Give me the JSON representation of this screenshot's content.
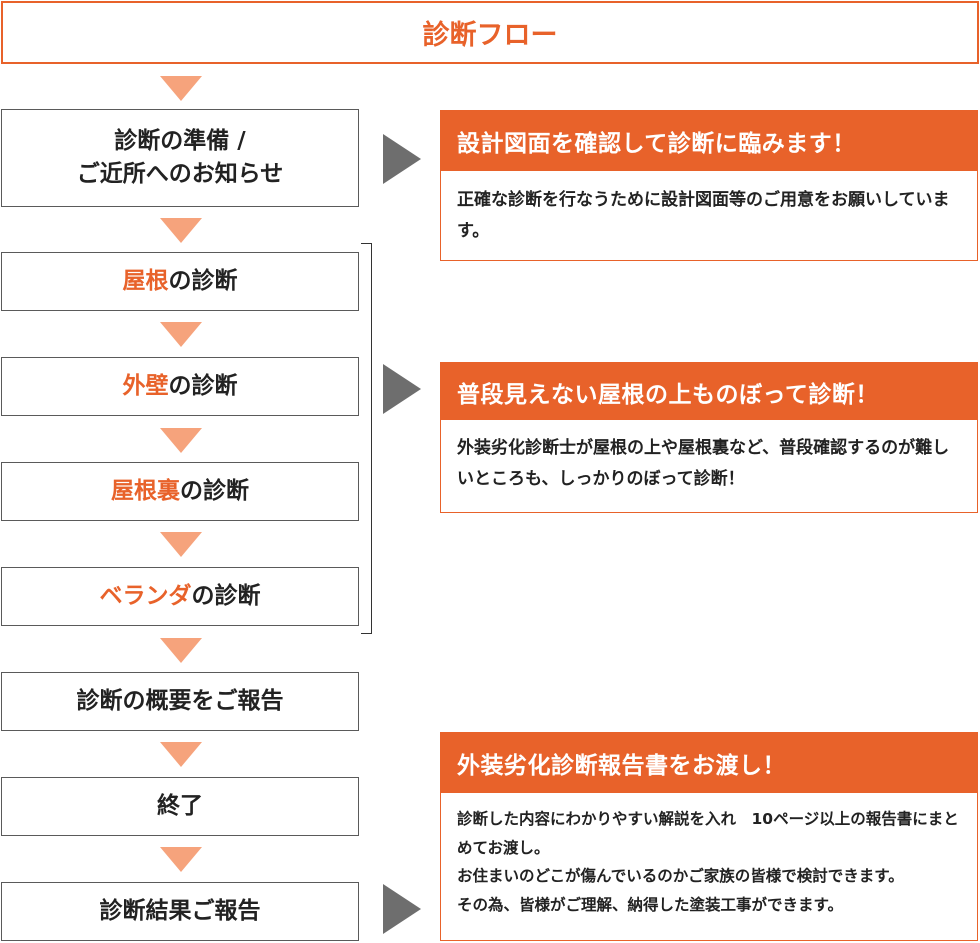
{
  "title": "診断フロー",
  "steps": [
    {
      "line1": "診断の準備 /",
      "line2": "ご近所へのお知らせ"
    },
    {
      "highlight": "屋根",
      "rest": "の診断"
    },
    {
      "highlight": "外壁",
      "rest": "の診断"
    },
    {
      "highlight": "屋根裏",
      "rest": "の診断"
    },
    {
      "highlight": "ベランダ",
      "rest": "の診断"
    },
    {
      "text": "診断の概要をご報告"
    },
    {
      "text": "終了"
    },
    {
      "text": "診断結果ご報告"
    }
  ],
  "callouts": [
    {
      "heading": "設計図面を確認して診断に臨みます！",
      "body": [
        "正確な診断を行なうために設計図面等のご用意をお願いしています。"
      ]
    },
    {
      "heading": "普段見えない屋根の上ものぼって診断！",
      "body": [
        "外装劣化診断士が屋根の上や屋根裏など、普段確認するのが難しいところも、しっかりのぼって診断！"
      ]
    },
    {
      "heading": "外装劣化診断報告書をお渡し！",
      "body": [
        "診断した内容にわかりやすい解説を入れ　10ページ以上の報告書にまとめてお渡し。",
        "お住まいのどこが傷んでいるのかご家族の皆様で検討できます。",
        "その為、皆様がご理解、納得した塗装工事ができます。"
      ]
    }
  ],
  "colors": {
    "accent": "#e8622a",
    "arrow_down": "#f6a37c",
    "arrow_right": "#6e6e6e",
    "border": "#5a5a5a"
  }
}
